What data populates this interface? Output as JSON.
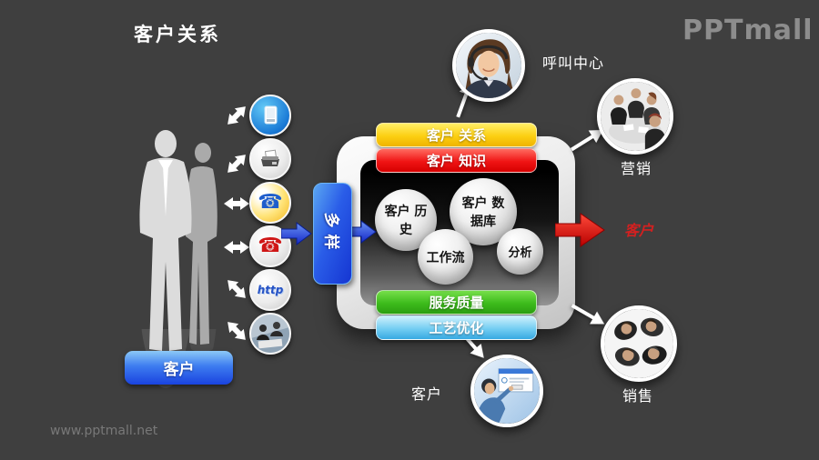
{
  "page": {
    "title": "客户关系",
    "logo": "PPTmall",
    "footer": "www.pptmall.net"
  },
  "left": {
    "customer_button": "客户",
    "icons": [
      {
        "name": "pda-device-icon"
      },
      {
        "name": "fax-machine-icon"
      },
      {
        "name": "blue-telephone-icon"
      },
      {
        "name": "red-handset-icon"
      },
      {
        "name": "http-web-icon",
        "text": "http"
      },
      {
        "name": "meeting-photo-icon"
      }
    ]
  },
  "flow": {
    "input_label": "多样"
  },
  "center": {
    "bars": {
      "top": [
        {
          "label": "客户 关系",
          "color": "#f7c700"
        },
        {
          "label": "客户 知识",
          "color": "#e60000"
        }
      ],
      "bottom": [
        {
          "label": "服务质量",
          "color": "#3cbb1c"
        },
        {
          "label": "工艺优化",
          "color": "#5bc3ee"
        }
      ]
    },
    "bubbles": [
      {
        "label": "客户 历史"
      },
      {
        "label": "客户 数据库"
      },
      {
        "label": "工作流"
      },
      {
        "label": "分析"
      }
    ]
  },
  "output": {
    "label": "客户",
    "color": "#d32020"
  },
  "satellites": {
    "call_center": {
      "label": "呼叫中心"
    },
    "marketing": {
      "label": "营销"
    },
    "sales": {
      "label": "销售"
    },
    "customer": {
      "label": "客户"
    }
  },
  "colors": {
    "background": "#3f3f3f",
    "accent_blue": "#1e48e8",
    "arrow_red": "#e00000"
  }
}
